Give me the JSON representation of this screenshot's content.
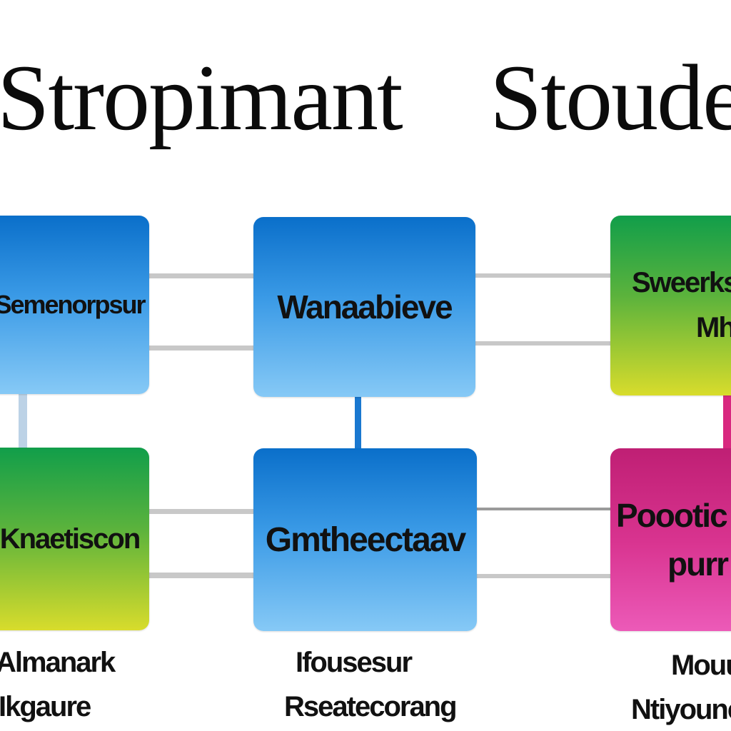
{
  "title": {
    "left": "Stropimant",
    "right": "Stoude"
  },
  "boxes": [
    {
      "label": "Semenorpsur",
      "style": "blue"
    },
    {
      "label": "Wanaabieve",
      "style": "blue"
    },
    {
      "label_line1": "Sweerkse",
      "label_line2": "Mh",
      "style": "green"
    },
    {
      "label": "Knaetiscon",
      "style": "green"
    },
    {
      "label": "Gmtheectaav",
      "style": "blue"
    },
    {
      "label_line1": "Poootic",
      "label_line2": "purr",
      "style": "magenta"
    }
  ],
  "captions": [
    {
      "line1": "Almanark",
      "line2": "Ikgaure"
    },
    {
      "line1": "Ifousesur",
      "line2": "Rseatecorang"
    },
    {
      "line1": "Mouu",
      "line2": "Ntiyoune"
    }
  ],
  "colors": {
    "blue_top": "#0a6fca",
    "blue_bottom": "#86c9f6",
    "green_top": "#119e4a",
    "green_bottom": "#d8dc2c",
    "magenta_top": "#bf1f74",
    "magenta_bottom": "#ec5ab8",
    "connector_grey": "#c8c8c8",
    "connector_blue": "#1a78d0",
    "connector_magenta": "#d8287f"
  }
}
